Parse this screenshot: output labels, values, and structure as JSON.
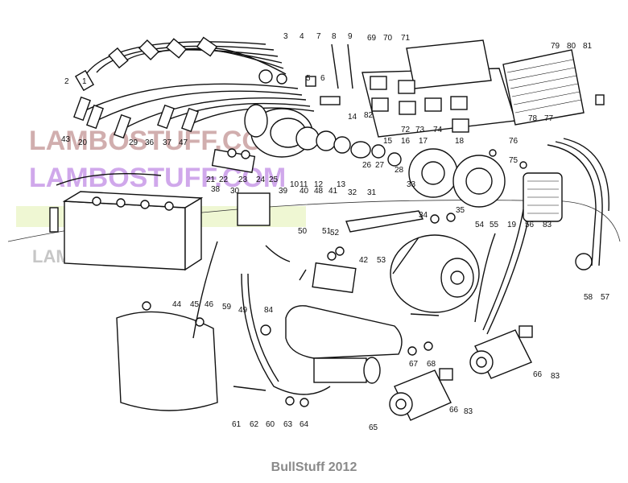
{
  "watermark": {
    "line1": "LAMBOSTUFF.COM",
    "line2": "LAMBOSTUFF.COM",
    "line3": "LAMBOSTUFF.COM",
    "colors": {
      "red": "#caa0a0",
      "purple": "#c89ae8",
      "gray": "#bdbdbd",
      "green": "#e6f2b6"
    }
  },
  "footer": "BullStuff 2012",
  "callouts": [
    "1",
    "2",
    "3",
    "4",
    "5",
    "6",
    "7",
    "8",
    "9",
    "10",
    "11",
    "12",
    "13",
    "14",
    "15",
    "16",
    "17",
    "18",
    "19",
    "20",
    "21",
    "22",
    "23",
    "24",
    "25",
    "26",
    "27",
    "28",
    "29",
    "30",
    "31",
    "32",
    "33",
    "34",
    "35",
    "36",
    "37",
    "38",
    "39",
    "40",
    "41",
    "42",
    "43",
    "44",
    "45",
    "46",
    "47",
    "48",
    "49",
    "50",
    "51",
    "52",
    "53",
    "54",
    "55",
    "56",
    "57",
    "58",
    "59",
    "60",
    "61",
    "62",
    "63",
    "64",
    "65",
    "66",
    "66",
    "67",
    "68",
    "69",
    "70",
    "71",
    "72",
    "73",
    "74",
    "75",
    "76",
    "77",
    "78",
    "79",
    "80",
    "81",
    "82",
    "83",
    "83",
    "83",
    "84"
  ]
}
